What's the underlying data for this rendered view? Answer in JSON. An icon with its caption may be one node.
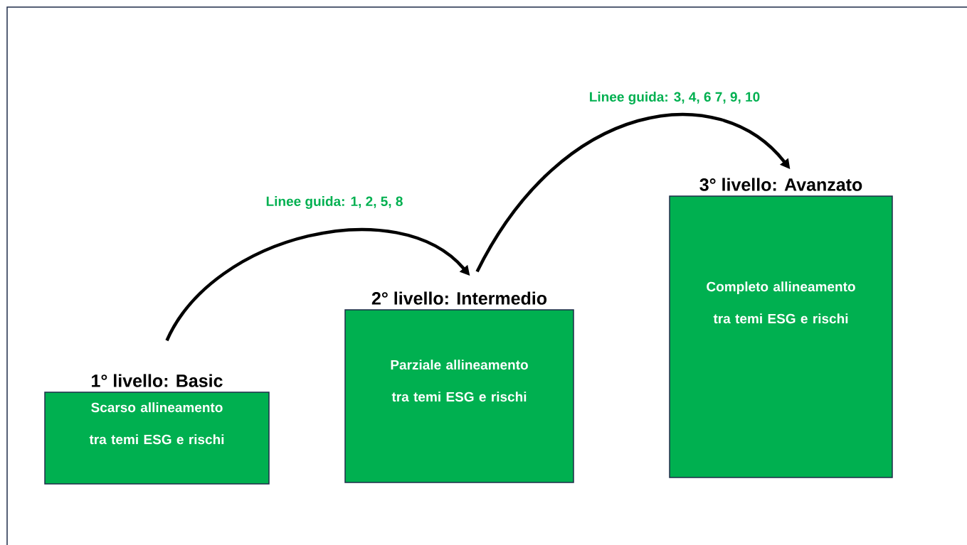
{
  "diagram": {
    "nodes": [
      {
        "text": [
          "1° livello: Basic",
          "Scarso allineamento tra temi ESG e rischi"
        ]
      },
      {
        "text": [
          "2° livello: Intermedio",
          "Parziale allineamento tra temi ESG e rischi"
        ]
      },
      {
        "text": [
          "3° livello: Avanzato",
          "Completo allineamento tra temi ESG e rischi"
        ]
      }
    ],
    "edges": [
      {
        "from": 0,
        "to": 1,
        "arrow": "to",
        "label": "Linee guida: 1, 2, 5, 8"
      },
      {
        "from": 1,
        "to": 2,
        "arrow": "to",
        "label": "Linee guida: 3, 4, 6 7, 9, 10"
      }
    ]
  }
}
